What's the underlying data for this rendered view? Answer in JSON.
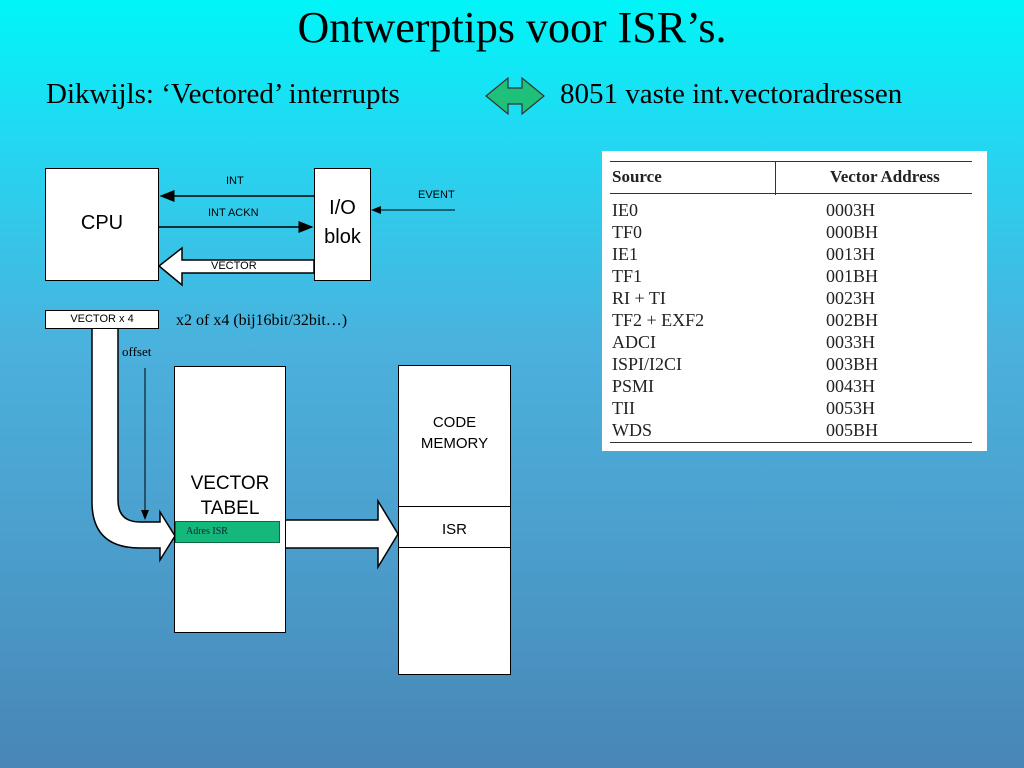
{
  "slide": {
    "title": "Ontwerptips voor ISR’s.",
    "subtitle_left": "Dikwijls: ‘Vectored’ interrupts",
    "subtitle_right": "8051 vaste int.vectoradressen"
  },
  "diagram": {
    "cpu_label": "CPU",
    "io_label_1": "I/O",
    "io_label_2": "blok",
    "int_label": "INT",
    "int_ackn_label": "INT ACKN",
    "vector_label": "VECTOR",
    "event_label": "EVENT",
    "vector_x4_label": "VECTOR x 4",
    "multiplier_note": "x2 of x4 (bij16bit/32bit…)",
    "offset_label": "offset",
    "vector_tabel_1": "VECTOR",
    "vector_tabel_2": "TABEL",
    "adres_isr_label": "Adres ISR",
    "code_memory_1": "CODE",
    "code_memory_2": "MEMORY",
    "isr_label": "ISR"
  },
  "vector_table": {
    "header_source": "Source",
    "header_address": "Vector Address",
    "rows": [
      {
        "source": "IE0",
        "address": "0003H"
      },
      {
        "source": "TF0",
        "address": "000BH"
      },
      {
        "source": "IE1",
        "address": "0013H"
      },
      {
        "source": "TF1",
        "address": "001BH"
      },
      {
        "source": "RI + TI",
        "address": "0023H"
      },
      {
        "source": "TF2 + EXF2",
        "address": "002BH"
      },
      {
        "source": "ADCI",
        "address": "0033H"
      },
      {
        "source": "ISPI/I2CI",
        "address": "003BH"
      },
      {
        "source": "PSMI",
        "address": "0043H"
      },
      {
        "source": "TII",
        "address": "0053H"
      },
      {
        "source": "WDS",
        "address": "005BH"
      }
    ]
  },
  "colors": {
    "bidirectional_arrow": "#1fc07a",
    "adres_isr_fill": "#14b87a"
  }
}
